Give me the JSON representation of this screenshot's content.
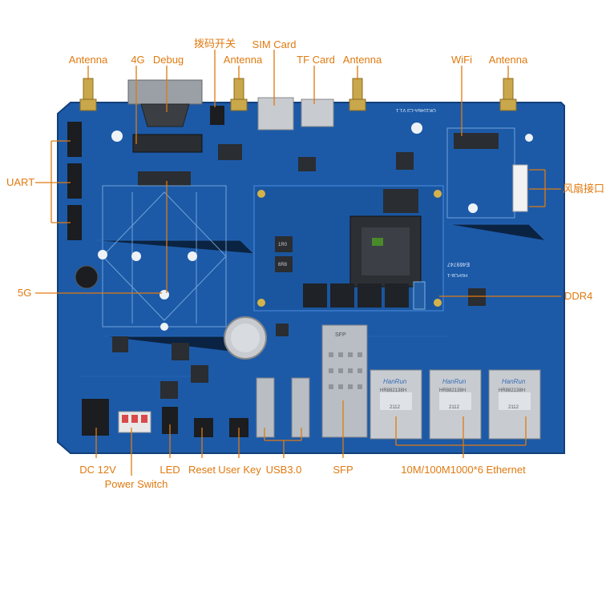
{
  "labels": {
    "antenna_1": "Antenna",
    "g4": "4G",
    "debug": "Debug",
    "dip_switch": "拨码开关",
    "antenna_2": "Antenna",
    "sim_card": "SIM Card",
    "tf_card": "TF Card",
    "antenna_3": "Antenna",
    "wifi": "WiFi",
    "antenna_4": "Antenna",
    "uart": "UART",
    "fan_connector": "风扇接口",
    "g5": "5G",
    "ddr4": "DDR4",
    "dc12v": "DC 12V",
    "power_switch": "Power Switch",
    "led": "LED",
    "reset": "Reset",
    "user_key": "User Key",
    "usb30": "USB3.0",
    "sfp": "SFP",
    "ethernet": "10M/100M1000*6 Ethernet"
  },
  "board_text": {
    "silk_board_id": "OK1046A-C3 V1.1",
    "soc_mark": "E469747",
    "module_id": "H0PCB-1",
    "rj45_brand": "HanRun",
    "rj45_model": "HR882138H",
    "rj45_date": "2112",
    "sfp_mark": "SFP",
    "inductor_1": "1R0",
    "inductor_2": "6R8"
  },
  "colors": {
    "label": "#e07a10",
    "line": "#e07a10",
    "pcb": "#1c5aa8",
    "pcb_dark": "#164b8f",
    "silk": "#d8e6f5"
  }
}
